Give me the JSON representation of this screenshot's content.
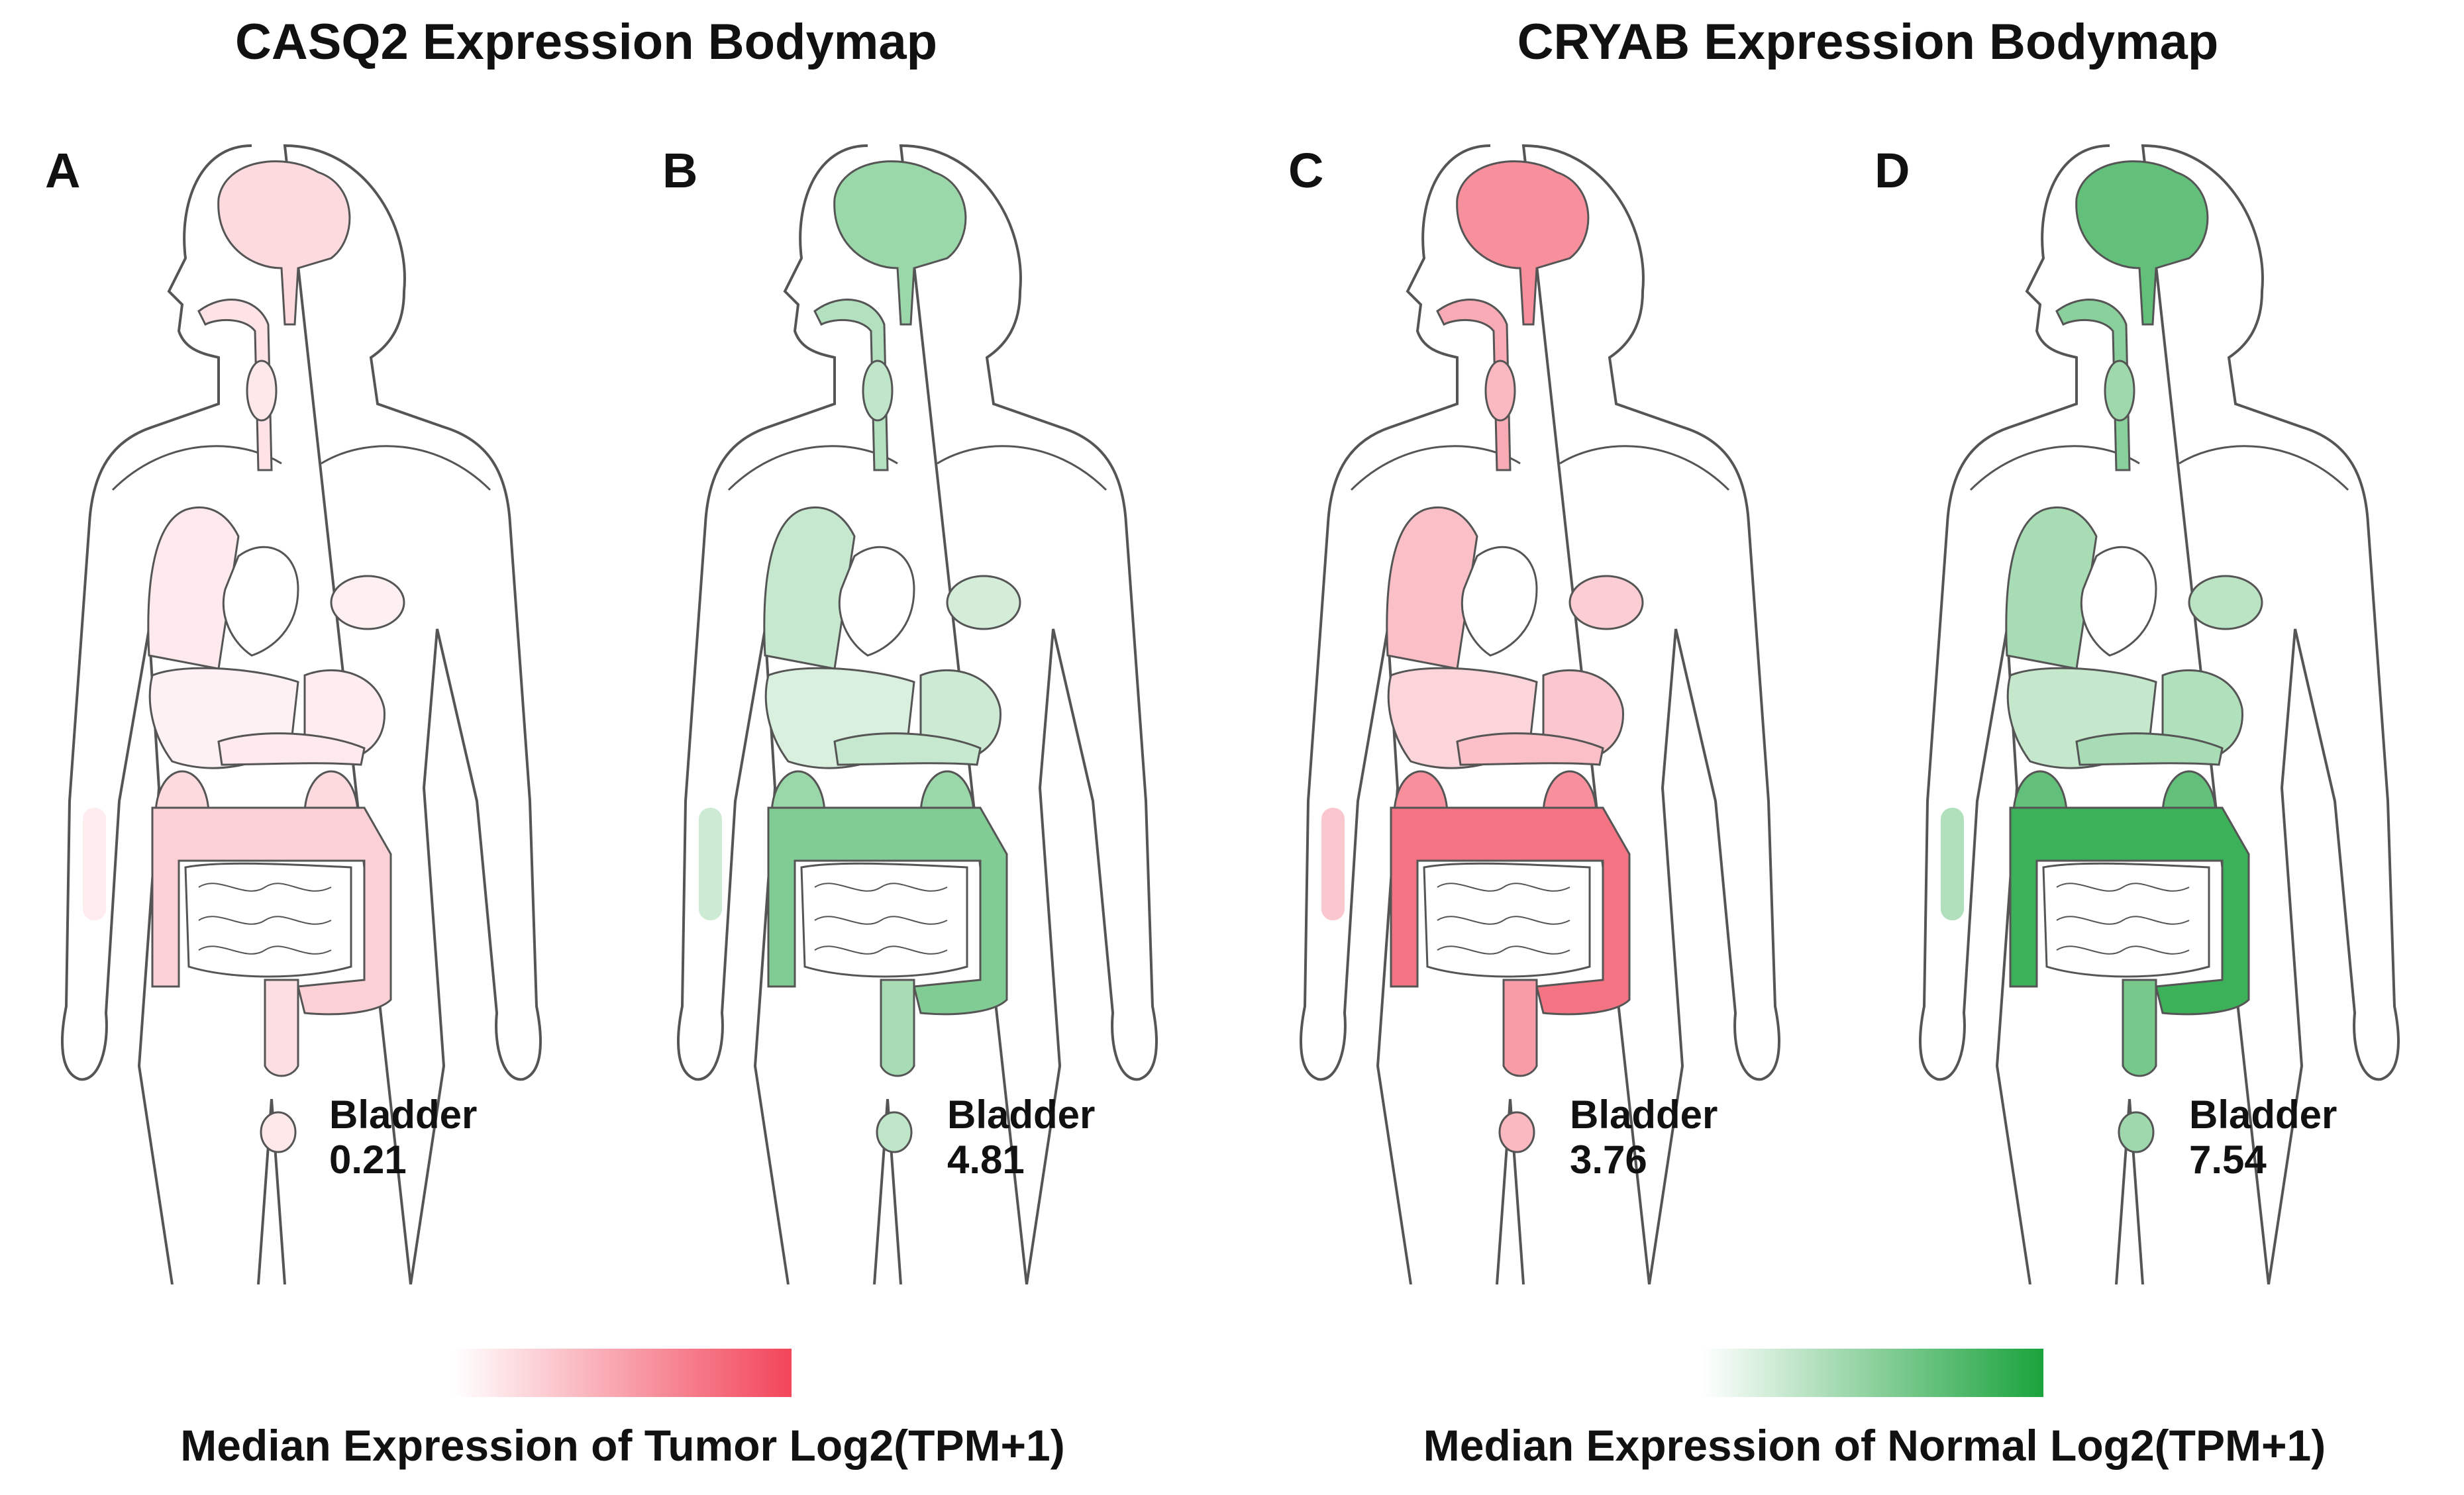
{
  "titles": {
    "left": "CASQ2 Expression Bodymap",
    "right": "CRYAB Expression Bodymap"
  },
  "panels": [
    {
      "letter": "A",
      "organ": "Bladder",
      "value": "0.21",
      "scheme": "tumor",
      "intensity": 0.25
    },
    {
      "letter": "B",
      "organ": "Bladder",
      "value": "4.81",
      "scheme": "normal",
      "intensity": 0.55
    },
    {
      "letter": "C",
      "organ": "Bladder",
      "value": "3.76",
      "scheme": "tumor",
      "intensity": 0.75
    },
    {
      "letter": "D",
      "organ": "Bladder",
      "value": "7.54",
      "scheme": "normal",
      "intensity": 0.85
    }
  ],
  "legend": {
    "tumor_label": "Median Expression of Tumor Log2(TPM+1)",
    "normal_label": "Median Expression of Normal Log2(TPM+1)",
    "tumor_color": "#f2455a",
    "normal_color": "#1aa33c"
  }
}
